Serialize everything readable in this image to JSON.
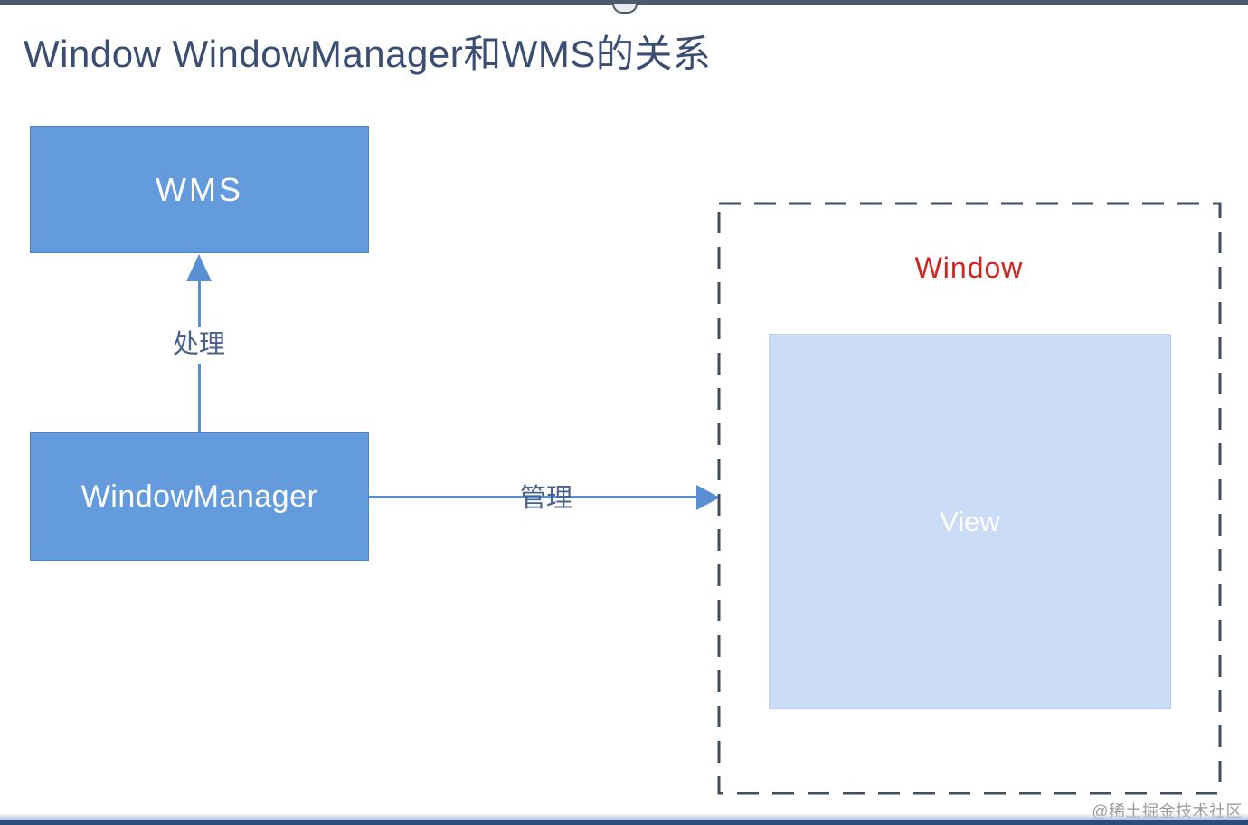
{
  "title": "Window WindowManager和WMS的关系",
  "nodes": {
    "wms": {
      "label": "WMS"
    },
    "window_manager": {
      "label": "WindowManager"
    },
    "window_container": {
      "label": "Window"
    },
    "view": {
      "label": "View"
    }
  },
  "edges": {
    "handle": {
      "label": "处理",
      "from": "WindowManager",
      "to": "WMS"
    },
    "manage": {
      "label": "管理",
      "from": "WindowManager",
      "to": "Window"
    }
  },
  "watermark": "@稀土掘金技术社区",
  "colors": {
    "title_text": "#3A4E74",
    "box_fill": "#649BDD",
    "box_border": "#4C82C4",
    "box_text": "#ffffff",
    "view_fill": "#CBDCF6",
    "window_label": "#D2241F",
    "arrow": "#5B8FD4",
    "edge_label": "#49618D",
    "dashed_frame": "#414C5E",
    "watermark_text": "#9B9B9B"
  }
}
